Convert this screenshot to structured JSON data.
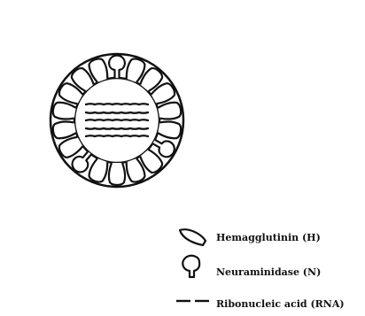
{
  "legend": {
    "hemagglutinin": "Hemagglutinin (H)",
    "neuraminidase": "Neuraminidase (N)",
    "rna": "Ribonucleic acid (RNA)"
  },
  "diagram": {
    "spikes": [
      {
        "type": "neuraminidase"
      },
      {
        "type": "hemagglutinin"
      },
      {
        "type": "hemagglutinin"
      },
      {
        "type": "hemagglutinin"
      },
      {
        "type": "hemagglutinin"
      },
      {
        "type": "hemagglutinin"
      },
      {
        "type": "neuraminidase"
      },
      {
        "type": "hemagglutinin"
      },
      {
        "type": "hemagglutinin"
      },
      {
        "type": "hemagglutinin"
      },
      {
        "type": "hemagglutinin"
      },
      {
        "type": "neuraminidase"
      },
      {
        "type": "hemagglutinin"
      },
      {
        "type": "hemagglutinin"
      },
      {
        "type": "hemagglutinin"
      },
      {
        "type": "hemagglutinin"
      },
      {
        "type": "hemagglutinin"
      },
      {
        "type": "hemagglutinin"
      }
    ],
    "rna_strands": 5,
    "colors": {
      "stroke": "#111111",
      "fill": "#ffffff"
    }
  }
}
